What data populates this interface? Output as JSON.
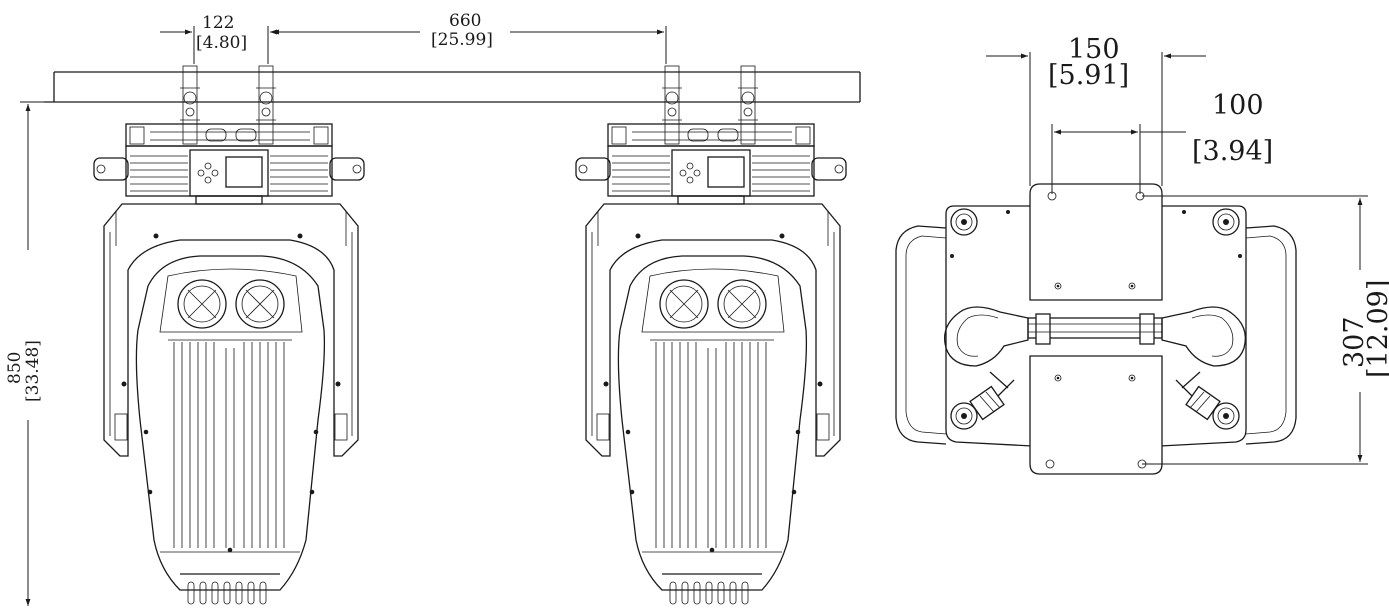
{
  "dimensions": {
    "clamp_spacing": {
      "mm": "122",
      "inch": "[4.80]"
    },
    "clamp_span": {
      "mm": "660",
      "inch": "[25.99]"
    },
    "height": {
      "mm": "850",
      "inch": "[33.48]"
    },
    "plate_width": {
      "mm": "150",
      "inch": "[5.91]"
    },
    "hole_spacing": {
      "mm": "100",
      "inch": "[3.94]"
    },
    "base_depth": {
      "mm": "307",
      "inch": "[12.09]"
    }
  }
}
